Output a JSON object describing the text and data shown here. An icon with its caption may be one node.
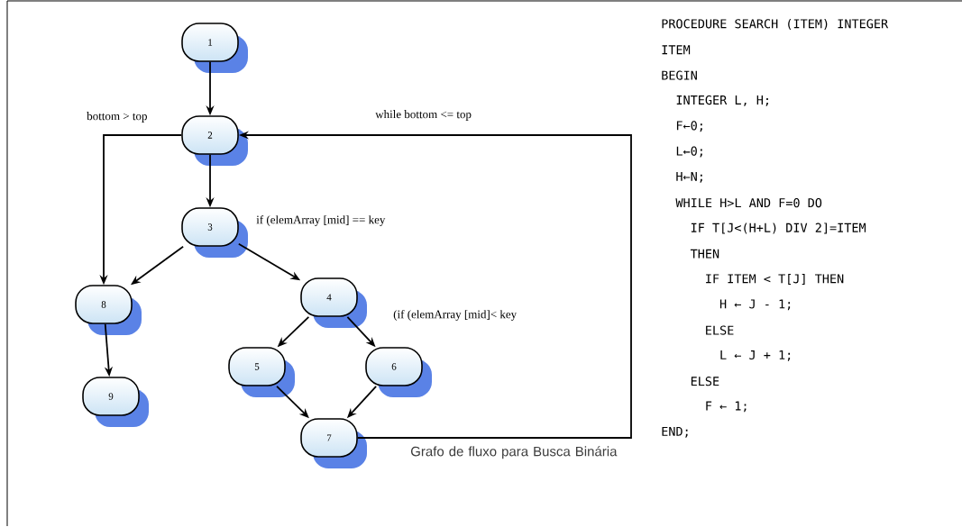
{
  "diagram": {
    "caption": "Grafo de fluxo para Busca Binária",
    "nodes": [
      {
        "text": [
          "1"
        ]
      },
      {
        "text": [
          "2"
        ]
      },
      {
        "text": [
          "3"
        ],
        "beside": [
          "if (elemArray [mid] == key"
        ]
      },
      {
        "text": [
          "8"
        ]
      },
      {
        "text": [
          "4"
        ],
        "beside": [
          "(if (elemArray [mid]< key"
        ]
      },
      {
        "text": [
          "5"
        ]
      },
      {
        "text": [
          "6"
        ]
      },
      {
        "text": [
          "9"
        ]
      },
      {
        "text": [
          "7"
        ]
      }
    ],
    "edges": [
      {
        "from": 0,
        "to": 1,
        "arrow": "to"
      },
      {
        "from": 1,
        "to": 2,
        "arrow": "to"
      },
      {
        "from": 1,
        "to": 3,
        "arrow": "to",
        "label": "bottom > top"
      },
      {
        "from": 2,
        "to": 3,
        "arrow": "to"
      },
      {
        "from": 2,
        "to": 4,
        "arrow": "to"
      },
      {
        "from": 4,
        "to": 5,
        "arrow": "to"
      },
      {
        "from": 4,
        "to": 6,
        "arrow": "to"
      },
      {
        "from": 5,
        "to": 8,
        "arrow": "to"
      },
      {
        "from": 6,
        "to": 8,
        "arrow": "to"
      },
      {
        "from": 8,
        "to": 1,
        "arrow": "to",
        "label": "while bottom <= top"
      },
      {
        "from": 3,
        "to": 7,
        "arrow": "to"
      }
    ],
    "labels": [
      "PROCEDURE SEARCH (ITEM) INTEGER",
      "ITEM",
      "BEGIN",
      "INTEGER L, H;",
      "F←0;",
      "L←0;",
      "H←N;",
      "WHILE H>L AND F=0 DO",
      "IF T[J<(H+L) DIV 2]=ITEM",
      "THEN",
      "IF ITEM < T[J] THEN",
      "H ← J - 1;",
      "ELSE",
      "L ← J + 1;",
      "ELSE",
      "F ← 1;",
      "END;"
    ]
  }
}
